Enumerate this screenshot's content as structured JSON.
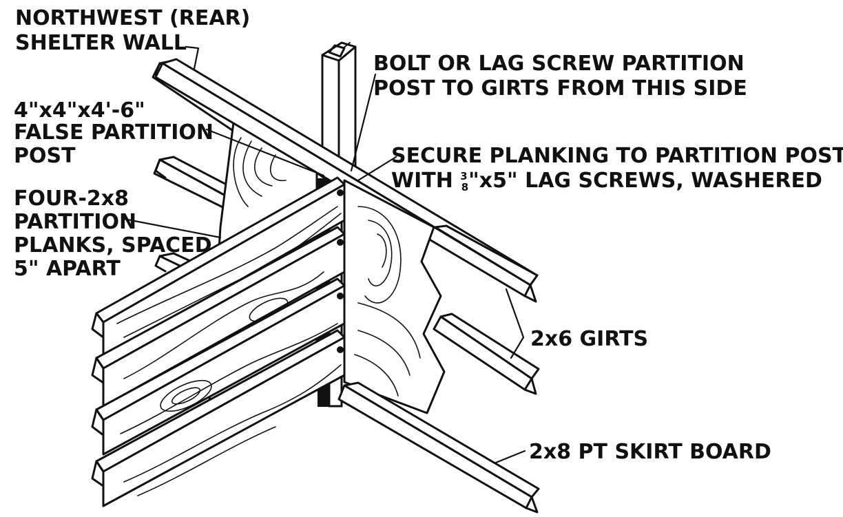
{
  "labels": {
    "rear_wall_line1": "NORTHWEST (REAR)",
    "rear_wall_line2": "SHELTER WALL",
    "bolt_line1": "BOLT OR LAG SCREW PARTITION",
    "bolt_line2": "POST TO GIRTS FROM THIS SIDE",
    "post_line1": "4\"x4\"x4'-6\"",
    "post_line2": "FALSE PARTITION",
    "post_line3": "POST",
    "secure_line1": "SECURE PLANKING TO PARTITION POST",
    "secure_line2_a": "WITH ",
    "secure_frac_num": "3",
    "secure_frac_den": "8",
    "secure_line2_b": "\"x5\" LAG SCREWS, WASHERED",
    "planks_line1": "FOUR-2x8",
    "planks_line2": "PARTITION",
    "planks_line3": "PLANKS, SPACED",
    "planks_line4": "5\" APART",
    "girts": "2x6 GIRTS",
    "skirt": "2x8 PT SKIRT BOARD"
  }
}
